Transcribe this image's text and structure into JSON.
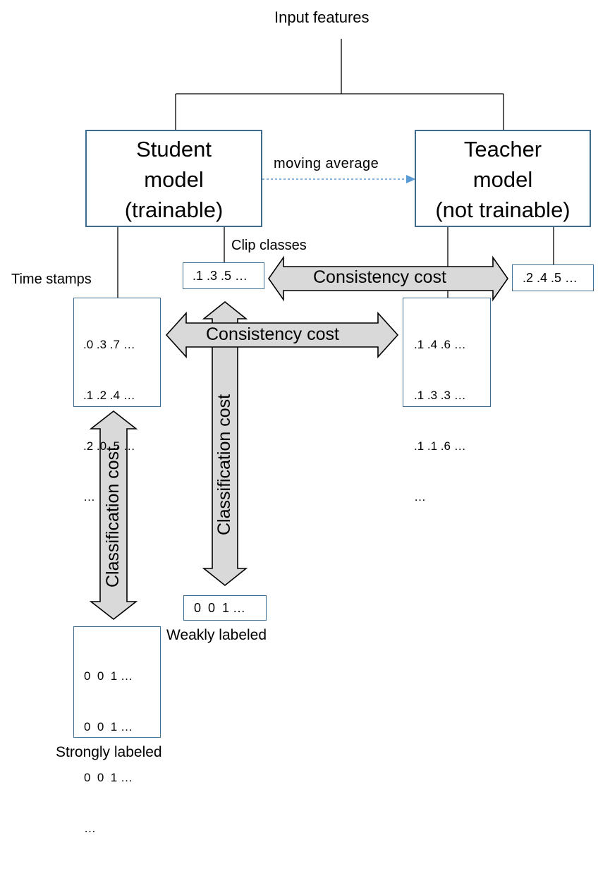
{
  "top_label": "Input features",
  "student_model": {
    "lines": [
      "Student",
      "model",
      "(trainable)"
    ]
  },
  "teacher_model": {
    "lines": [
      "Teacher",
      "model",
      "(not trainable)"
    ]
  },
  "moving_average_label": "moving average",
  "clip_classes_label": "Clip classes",
  "time_stamps_label": "Time stamps",
  "student_clip_vector": ".1 .3 .5 …",
  "teacher_clip_vector": ".2 .4 .5 …",
  "student_frame_matrix": [
    ".0 .3 .7 …",
    ".1 .2 .4 …",
    ".2 .0 .5 …",
    "…"
  ],
  "teacher_frame_matrix": [
    ".1 .4 .6 …",
    ".1 .3 .3 …",
    ".1 .1 .6 …",
    "…"
  ],
  "consistency_cost_label": "Consistency cost",
  "classification_cost_label": "Classification cost",
  "weak_label_vector": "0  0  1 …",
  "weakly_labeled_label": "Weakly labeled",
  "strong_label_matrix": [
    "0  0  1 …",
    "0  0  1 …",
    "0  0  1 …",
    "…"
  ],
  "strongly_labeled_label": "Strongly labeled",
  "colors": {
    "box_border": "#3d6c8c",
    "arrow_fill": "#d9d9d9",
    "dashed_arrow": "#5b9bd5"
  }
}
